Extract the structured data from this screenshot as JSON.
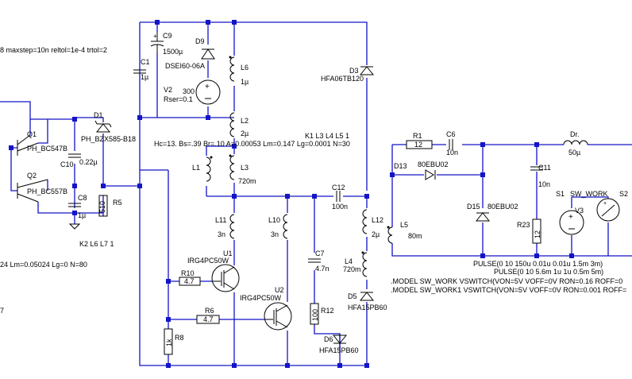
{
  "directives": {
    "tran": "8 maxstep=10n reltol=1e-4 trtol=2",
    "k1": "K1 L3 L4 L5 1",
    "core": "Hc=13. Bs=.39 Br=.10 A=0.00053 Lm=0.147 Lg=0.0001 N=30",
    "k2": "K2 L6 L7 1",
    "core2": "24 Lm=0.05024 Lg=0 N=80",
    "seven": "7",
    "pulse1": "PULSE(0 10 150u 0.01u 0.01u 1.5m 3m)",
    "pulse2": "PULSE(0 10 5.6m 1u 1u 0.5m 5m)",
    "model1": ".MODEL  SW_WORK VSWITCH(VON=5V VOFF=0V RON=0.16 ROFF=0",
    "model2": ".MODEL  SW_WORK1 VSWITCH(VON=5V VOFF=0V RON=0.001 ROFF="
  },
  "labels": {
    "c9": "C9",
    "c9v": "1500µ",
    "d9": "D9",
    "d9v": "DSEI60-06A",
    "c1": "C1",
    "c1v": "1µ",
    "v2": "V2",
    "v2v": "300",
    "v2r": "Rser=0.1",
    "l6": "L6",
    "l6v": "1µ",
    "l2": "L2",
    "l2v": "2µ",
    "d3": "D3",
    "d3v": "HFA06TB120",
    "q1": "Q1",
    "q1v": "PH_BC547B",
    "q2": "Q2",
    "q2v": "PH_BC557B",
    "d1": "D1",
    "d1v": "PH_BZX585-B18",
    "c10": "C10",
    "c10v": "0.22µ",
    "c8": "C8",
    "c8v": "1µ",
    "r5": "R5",
    "r5v": "510",
    "l1": "L1",
    "l3": "L3",
    "l3v": "720m",
    "c12": "C12",
    "c12v": "100n",
    "l11": "L11",
    "l11v": "3n",
    "l10": "L10",
    "l10v": "3n",
    "u1": "U1",
    "u1v": "IRG4PC50W",
    "u2": "U2",
    "u2v": "IRG4PC50W",
    "c7": "C7",
    "c7v": "4.7n",
    "r10": "R10",
    "r10v": "4.7",
    "r6": "R6",
    "r6v": "4.7",
    "r8": "R8",
    "r8v": "1k",
    "r12": "R12",
    "r12v": "100",
    "d6": "D6",
    "d6v": "HFA15PB60",
    "l12": "L12",
    "l12v": "2µ",
    "l4": "L4",
    "l4v": "720m",
    "d5": "D5",
    "d5v": "HFA15PB60",
    "r1": "R1",
    "r1v": "12",
    "c6": "C6",
    "c6v": "10n",
    "dr": "Dr.",
    "drv": "50µ",
    "d13": "D13",
    "d13v": "80EBU02",
    "c11": "C11",
    "c11v": "10n",
    "l5": "L5",
    "l5v": "80m",
    "d15": "D15",
    "d15v": "80EBU02",
    "s1": "S1",
    "s1v": "SW_WORK",
    "s2": "S2",
    "v3": "V3",
    "r23": "R23",
    "r23v": "12"
  },
  "colors": {
    "wire": "#1414c8",
    "part": "#000000",
    "background": "#ffffff"
  }
}
